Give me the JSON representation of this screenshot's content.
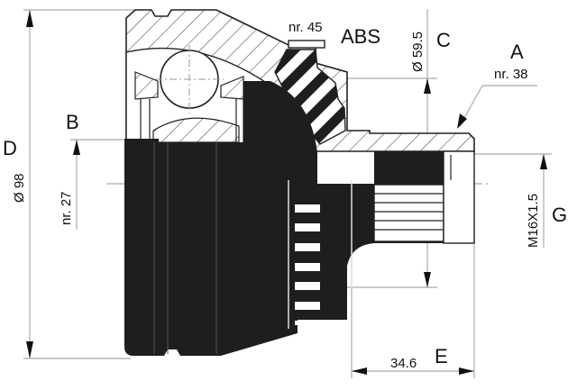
{
  "drawing": {
    "title": "CV joint outer (wheel side) technical drawing",
    "colors": {
      "background": "#ffffff",
      "solid": "#1e1e1e",
      "dimension_line": "#b8b8b8",
      "outline": "#222222",
      "hatch": "#333333"
    },
    "labels": {
      "abs": "ABS",
      "abs_teeth": "nr. 45",
      "a_letter": "A",
      "a_spline": "nr. 38",
      "b_letter": "B",
      "b_spline": "nr. 27",
      "c_letter": "C",
      "c_diameter": "Ø 59.5",
      "d_letter": "D",
      "d_diameter": "Ø 98",
      "e_letter": "E",
      "e_length": "34.6",
      "g_letter": "G",
      "g_thread": "M16X1.5"
    }
  }
}
